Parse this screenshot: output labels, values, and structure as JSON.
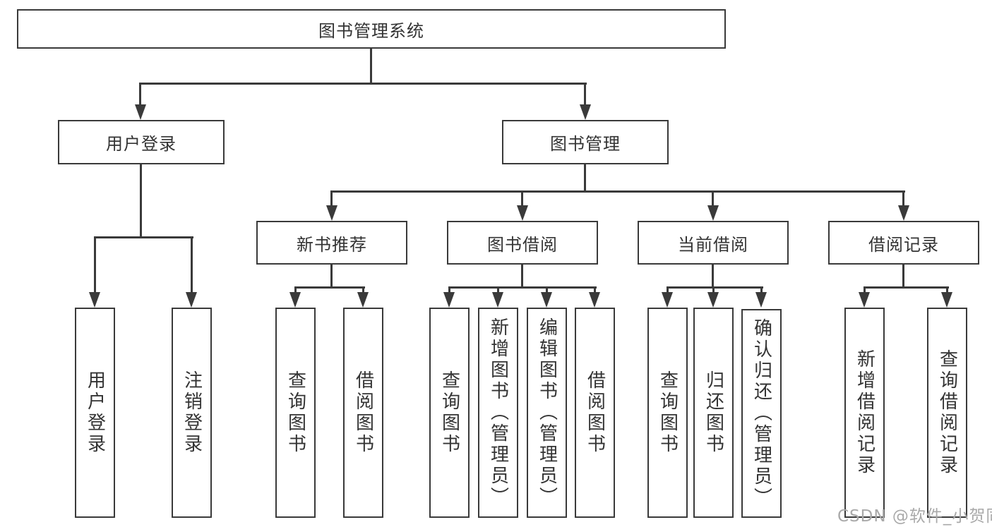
{
  "diagram_type": "hierarchy-tree",
  "tree": {
    "label": "图书管理系统",
    "children": [
      {
        "label": "用户登录",
        "children": [
          {
            "label": "用户登录"
          },
          {
            "label": "注销登录"
          }
        ]
      },
      {
        "label": "图书管理",
        "children": [
          {
            "label": "新书推荐",
            "children": [
              {
                "label": "查询图书"
              },
              {
                "label": "借阅图书"
              }
            ]
          },
          {
            "label": "图书借阅",
            "children": [
              {
                "label": "查询图书"
              },
              {
                "label": "新增图书（管理员）"
              },
              {
                "label": "编辑图书（管理员）"
              },
              {
                "label": "借阅图书"
              }
            ]
          },
          {
            "label": "当前借阅",
            "children": [
              {
                "label": "查询图书"
              },
              {
                "label": "归还图书"
              },
              {
                "label": "确认归还（管理员）"
              }
            ]
          },
          {
            "label": "借阅记录",
            "children": [
              {
                "label": "新增借阅记录"
              },
              {
                "label": "查询借阅记录"
              }
            ]
          }
        ]
      }
    ]
  },
  "watermark": {
    "text": "CSDN @软件_小贺同学"
  },
  "colors": {
    "background": "#ffffff",
    "line": "#3a3a3a",
    "text": "#333333",
    "watermark": "#a9a9a9"
  }
}
